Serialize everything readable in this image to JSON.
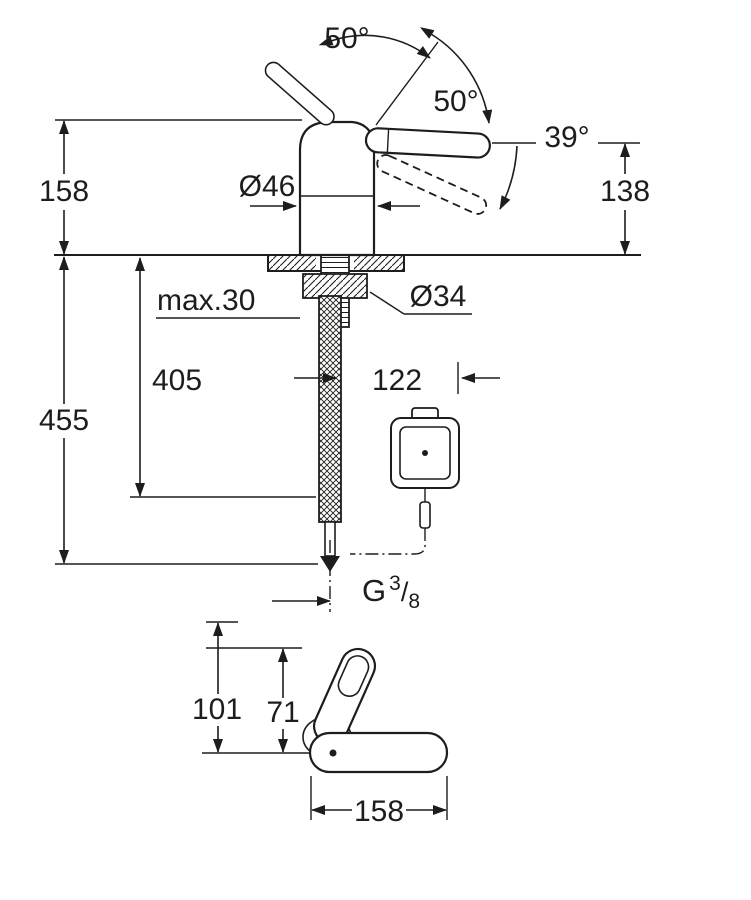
{
  "colors": {
    "line": "#1d1d1b",
    "background": "#ffffff"
  },
  "side_view": {
    "labels": {
      "swing_angle_left": "50°",
      "swing_angle_right": "50°",
      "lever_angle": "39°",
      "height_above_deck": "158",
      "height_lever": "138",
      "base_diameter": "Ø46",
      "deck_thickness": "max.30",
      "hole_diameter": "Ø34",
      "hose_length": "405",
      "total_length": "455",
      "control_box_offset": "122",
      "thread": {
        "prefix": "G",
        "numerator": "3",
        "slash": "/",
        "denominator": "8"
      }
    }
  },
  "top_view": {
    "labels": {
      "depth_total": "101",
      "depth_handle": "71",
      "width": "158"
    }
  }
}
